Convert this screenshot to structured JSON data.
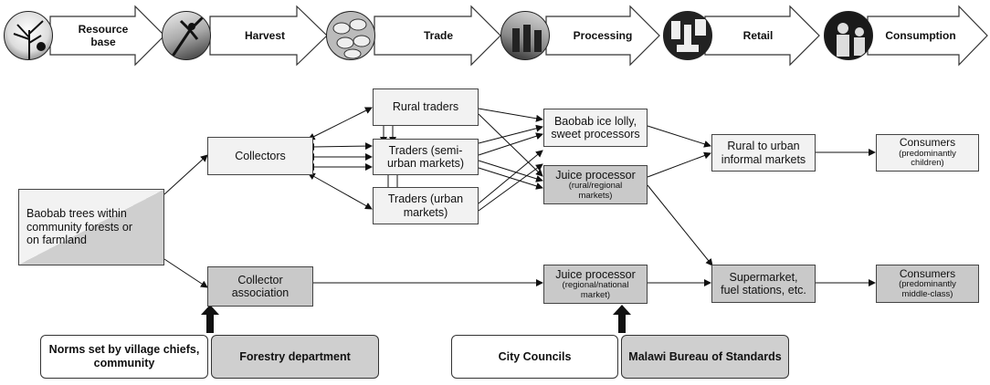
{
  "stages": [
    {
      "line1": "Resource",
      "line2": "base"
    },
    {
      "line1": "Harvest",
      "line2": ""
    },
    {
      "line1": "Trade",
      "line2": ""
    },
    {
      "line1": "Processing",
      "line2": ""
    },
    {
      "line1": "Retail",
      "line2": ""
    },
    {
      "line1": "Consumption",
      "line2": ""
    }
  ],
  "nodes": {
    "baobab": {
      "line1": "Baobab trees within",
      "line2": "community  forests or",
      "line3": "on farmland"
    },
    "collectors": {
      "label": "Collectors"
    },
    "collector_assoc": {
      "line1": "Collector",
      "line2": "association"
    },
    "rural_traders": {
      "label": "Rural traders"
    },
    "traders_semi": {
      "line1": "Traders (semi-",
      "line2": "urban markets)"
    },
    "traders_urban": {
      "line1": "Traders (urban",
      "line2": "markets)"
    },
    "ice_lolly": {
      "line1": "Baobab ice lolly,",
      "line2": "sweet processors"
    },
    "juice_rural": {
      "label": "Juice processor",
      "sub1": "(rural/regional",
      "sub2": "markets)"
    },
    "juice_national": {
      "label": "Juice processor",
      "sub1": "(regional/national",
      "sub2": "market)"
    },
    "rural_urban": {
      "line1": "Rural to urban",
      "line2": "informal markets"
    },
    "supermarket": {
      "line1": "Supermarket,",
      "line2": "fuel stations, etc."
    },
    "consumers_children": {
      "label": "Consumers",
      "sub1": "(predominantly",
      "sub2": "children)"
    },
    "consumers_middle": {
      "label": "Consumers",
      "sub1": "(predominantly",
      "sub2": "middle-class)"
    }
  },
  "governance": {
    "norms": {
      "line1": "Norms set by village chiefs,",
      "line2": "community"
    },
    "forestry": {
      "label": "Forestry department"
    },
    "city": {
      "label": "City Councils"
    },
    "malawi": {
      "label": "Malawi Bureau of Standards"
    }
  }
}
